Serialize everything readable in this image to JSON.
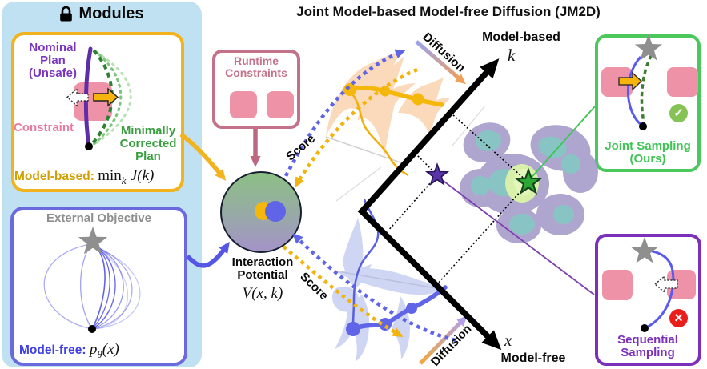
{
  "title": "Joint Model-based Model-free Diffusion (JM2D)",
  "modules": {
    "header": "Modules",
    "model_based": {
      "nominal_plan": "Nominal\nPlan\n(Unsafe)",
      "constraint": "Constraint",
      "corrected_plan": "Minimally\nCorrected\nPlan",
      "caption": "Model-based:",
      "formula": {
        "op": "min",
        "sub": "k",
        "expr": "J(k)"
      }
    },
    "model_free": {
      "objective": "External Objective",
      "caption": "Model-free:",
      "formula": {
        "var": "p",
        "sub": "θ",
        "expr": "(x)"
      }
    }
  },
  "runtime_constraints": {
    "label": "Runtime\nConstraints"
  },
  "interaction_potential": {
    "label": "Interaction\nPotential",
    "formula": "V(x, k)"
  },
  "arrows": {
    "score_top": "Score",
    "score_bottom": "Score",
    "diffusion_top": "Diffusion",
    "diffusion_bottom": "Diffusion"
  },
  "axes": {
    "k_label": "Model-based",
    "k_symbol": "k",
    "x_label": "Model-free",
    "x_symbol": "x"
  },
  "results": {
    "joint": {
      "label": "Joint Sampling\n(Ours)",
      "icon": "✓"
    },
    "sequential": {
      "label": "Sequential\nSampling",
      "icon": "×"
    }
  },
  "colors": {
    "panel_bg": "#bfe1f1",
    "model_based_accent": "#f2b31f",
    "model_based_text": "#d1a000",
    "nominal_purple": "#7a35c0",
    "constraint_pink": "#e87ba0",
    "corrected_green": "#3a9d3f",
    "model_free_accent": "#6a6ade",
    "model_free_text": "#4040e8",
    "objective_gray": "#8e8e8e",
    "runtime_rose": "#c4728a",
    "obstacle_pink": "#ee93a7",
    "score_blue": "#6065e8",
    "score_yellow": "#f2b40c",
    "joint_green": "#3fc454",
    "sequential_purple": "#7c2fb8",
    "success_green": "#85c356",
    "failure_red": "#ea1d1d"
  }
}
